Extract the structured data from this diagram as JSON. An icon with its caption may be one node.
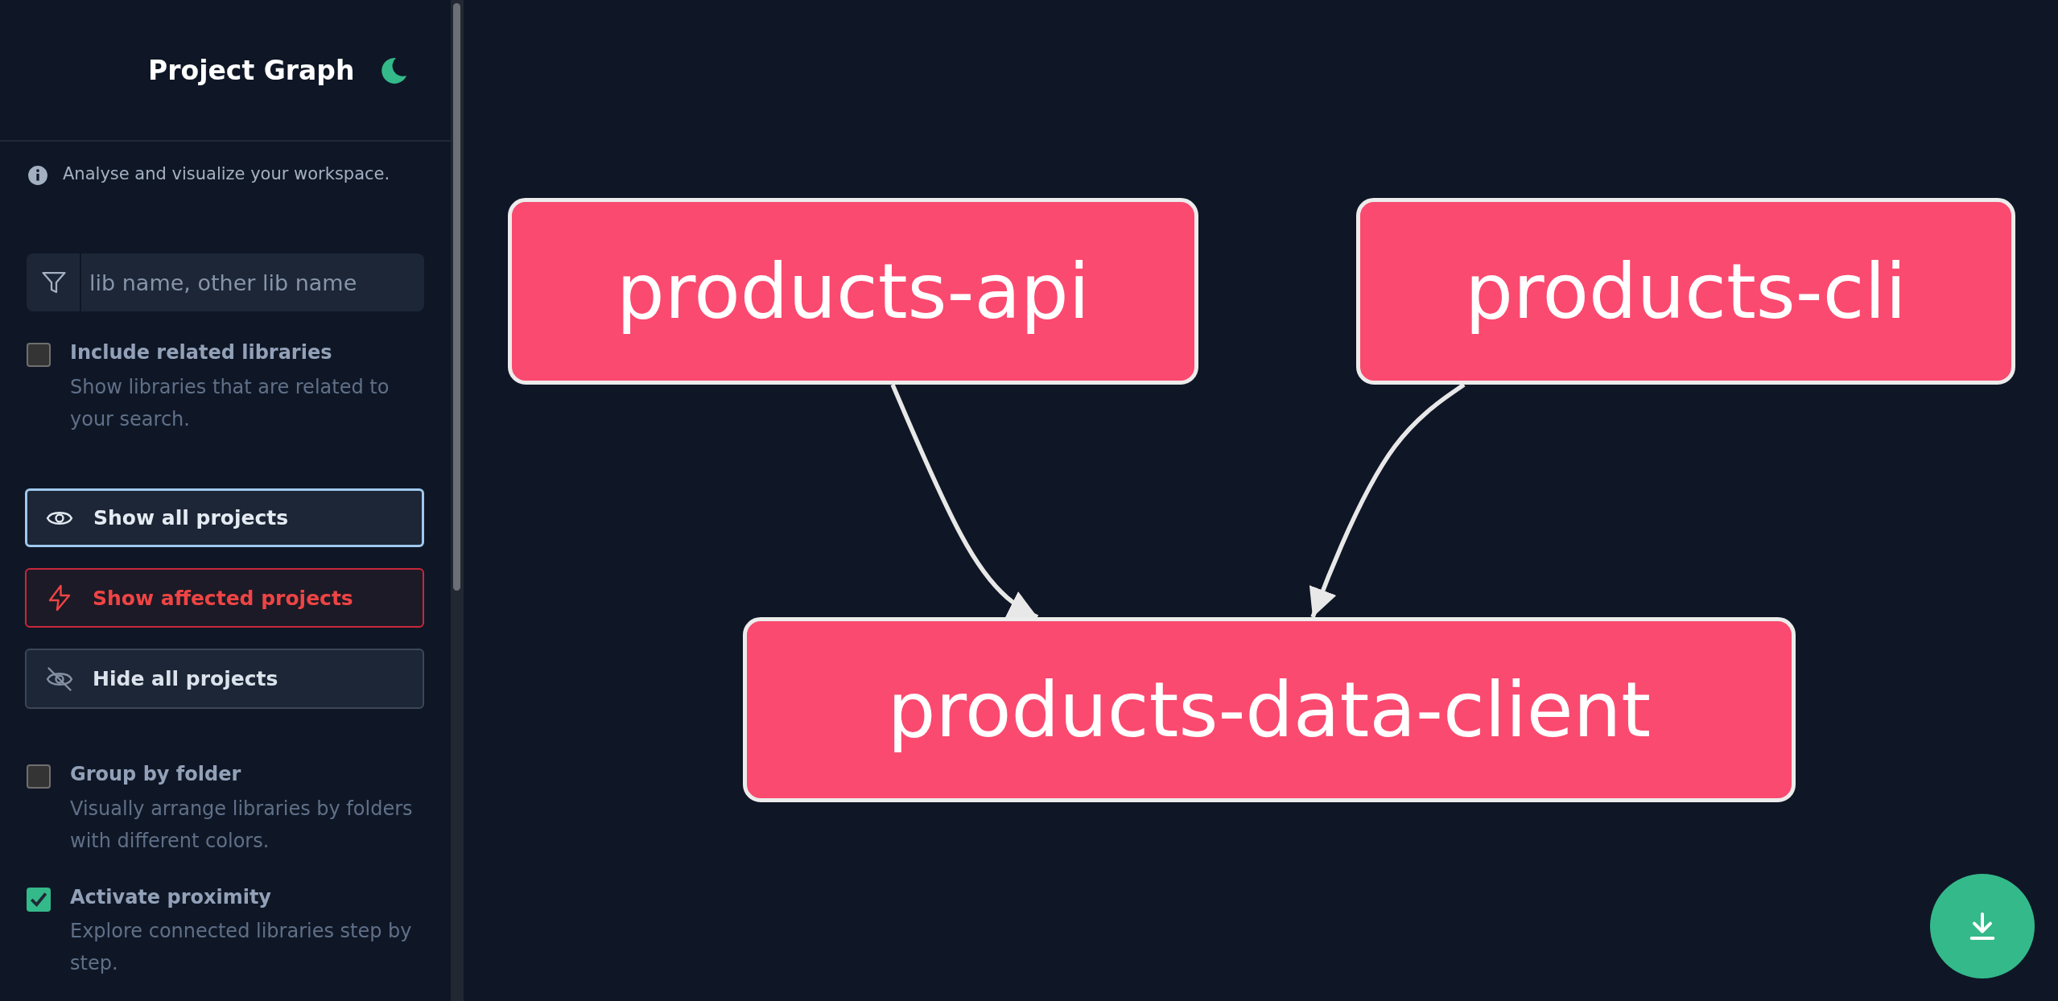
{
  "diagram": {
    "title": "Project Graph",
    "nodes": [
      {
        "text": [
          "products-api"
        ]
      },
      {
        "text": [
          "products-cli"
        ]
      },
      {
        "text": [
          "products-data-client"
        ]
      }
    ],
    "edges": [
      {
        "from": 0,
        "to": 2,
        "arrow": "to"
      },
      {
        "from": 1,
        "to": 2,
        "arrow": "to"
      }
    ],
    "labels": [
      "Analyse and visualize your workspace.",
      "lib name, other lib name",
      "Include related libraries",
      "Show libraries that are related to your search.",
      "Show all projects",
      "Show affected projects",
      "Hide all projects",
      "Group by folder",
      "Visually arrange libraries by folders with different colors.",
      "Activate proximity",
      "Explore connected libraries step by step."
    ]
  }
}
